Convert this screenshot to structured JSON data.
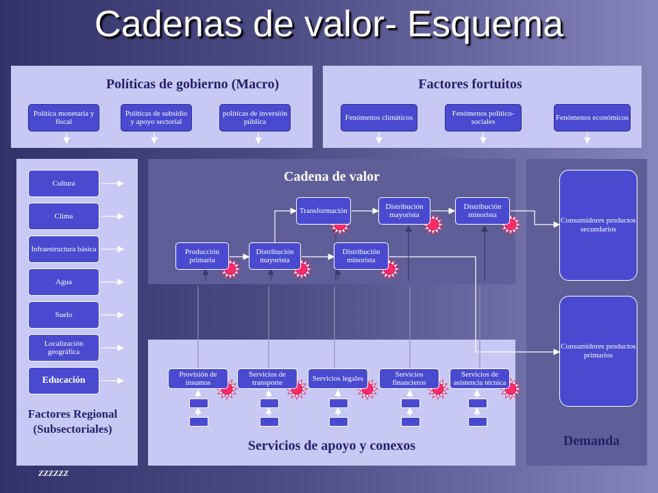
{
  "title": "Cadenas de valor- Esquema",
  "panels": {
    "macro": {
      "title": "Políticas de gobierno (Macro)",
      "boxes": [
        "Política monetaria y fiscal",
        "Políticas de subsidio y apoyo sectorial",
        "políticas de inversión pública"
      ]
    },
    "fortuitos": {
      "title": "Factores fortuitos",
      "boxes": [
        "Fenómenos climáticos",
        "Fenómenos político-sociales",
        "Fenómenos económicos"
      ]
    },
    "regional": {
      "title": "Factores Regional (Subsectoriales)",
      "boxes": [
        "Cultura",
        "Clima",
        "Infraestructura básica",
        "Agua",
        "Suelo",
        "Localización geográfica",
        "Educación"
      ]
    },
    "cadena": {
      "title": "Cadena de valor",
      "boxes": [
        "Transformación",
        "Distribución mayorista",
        "Distribución minorista",
        "Producción primaria",
        "Distribución mayorista",
        "Distribución minorista"
      ]
    },
    "servicios": {
      "title": "Servicios de apoyo y conexos",
      "boxes": [
        "Provisión de insumos",
        "Servicios de transporte",
        "Servicios legales",
        "Servicios financieros",
        "Servicios de asistencia técnica"
      ]
    },
    "demanda": {
      "title": "Demanda",
      "boxes": [
        "Consumidores productos secundarios",
        "Consumidores productos primarios"
      ]
    }
  },
  "footer": "ZZZZZZ"
}
